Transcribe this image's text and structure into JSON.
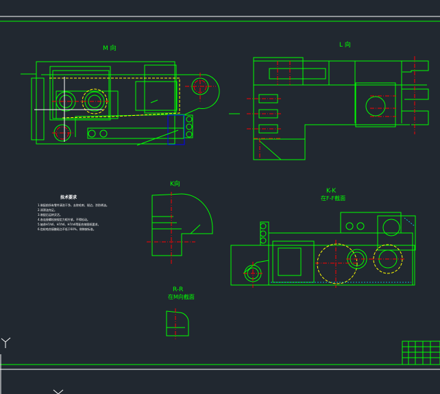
{
  "drawing": {
    "views": {
      "m_view": "M 向",
      "l_view": "L 向",
      "k_view": "K向",
      "kk_section": "K-K",
      "kk_subtitle": "在F-F截面",
      "rr_section": "R-R",
      "rr_subtitle": "在M向截面"
    },
    "tech_notes": {
      "title": "技术要求",
      "lines": [
        "1.装配前所有零件清洗干净，去除毛刺、锐边，涂防锈油。",
        "2.润滑油充足。",
        "3.装配后运转灵活。",
        "4.各连接螺栓按规定力矩拧紧，不得松动。",
        "5.轴承H7/k6、H7/h6、H7/n6等配合按图纸要求。",
        "6.齿轮啮合接触斑点不低于60%，侧隙按标准。"
      ]
    },
    "colors": {
      "background": "#212830",
      "outline": "#00ff00",
      "center": "#ff0000",
      "hidden": "#ffff00"
    }
  }
}
